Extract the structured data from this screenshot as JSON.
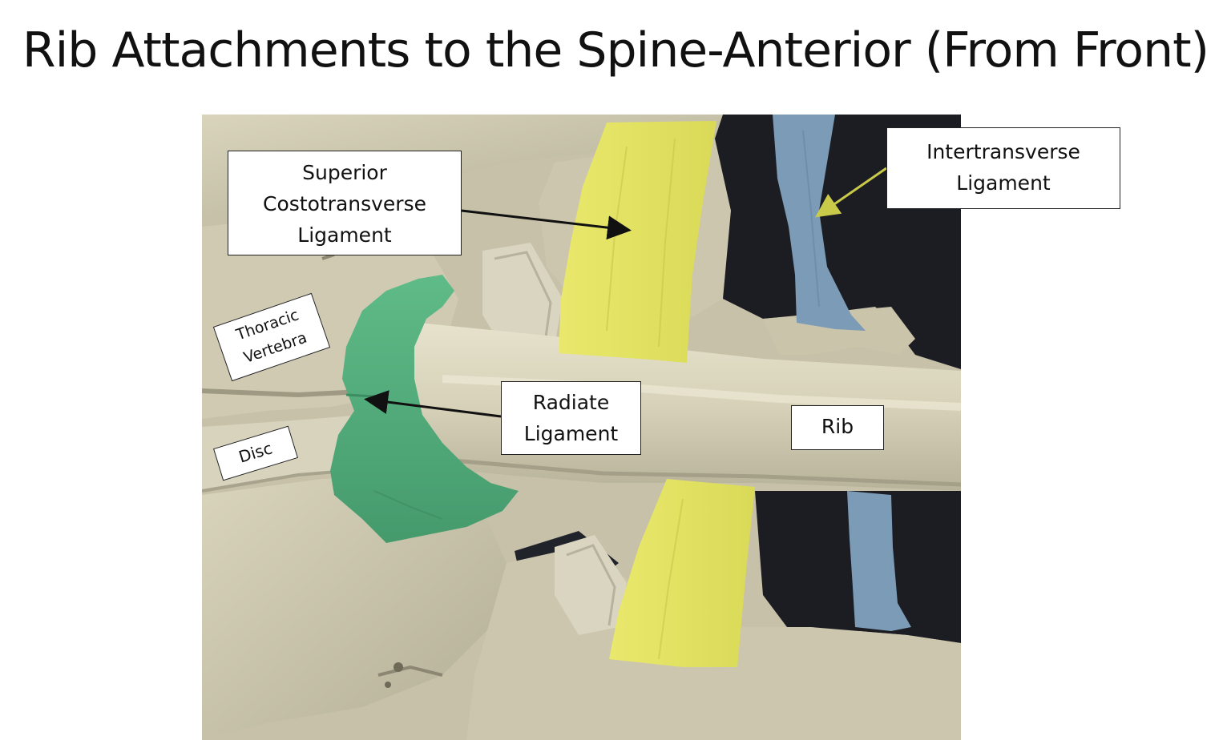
{
  "title": "Rib Attachments to the Spine-Anterior (From Front)",
  "labels": {
    "superior_costotransverse": [
      "Superior",
      "Costotransverse",
      "Ligament"
    ],
    "intertransverse": [
      "Intertransverse",
      "Ligament"
    ],
    "radiate": [
      "Radiate",
      "Ligament"
    ],
    "rib": "Rib",
    "thoracic_vertebra": [
      "Thoracic",
      "Vertebra"
    ],
    "disc": "Disc"
  },
  "colors": {
    "bone": "#d4cfb6",
    "bone_shadow": "#a9a48d",
    "background_dark": "#1b1d22",
    "superior_costotransverse_ligament": "#e3e262",
    "intertransverse_ligament": "#7b9bb6",
    "radiate_ligament": "#55b07f",
    "arrow_black": "#111111",
    "arrow_yellow": "#c9c94a"
  }
}
